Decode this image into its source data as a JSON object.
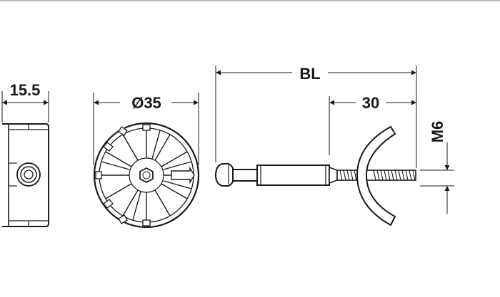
{
  "dimensions": {
    "width_label": "15.5",
    "diameter_label": "Ø35",
    "bolt_length_label": "BL",
    "thread_length_label": "30",
    "thread_size_label": "M6"
  },
  "colors": {
    "line": "#1a1a1a",
    "background": "#ffffff",
    "border": "#bdbdbd"
  }
}
